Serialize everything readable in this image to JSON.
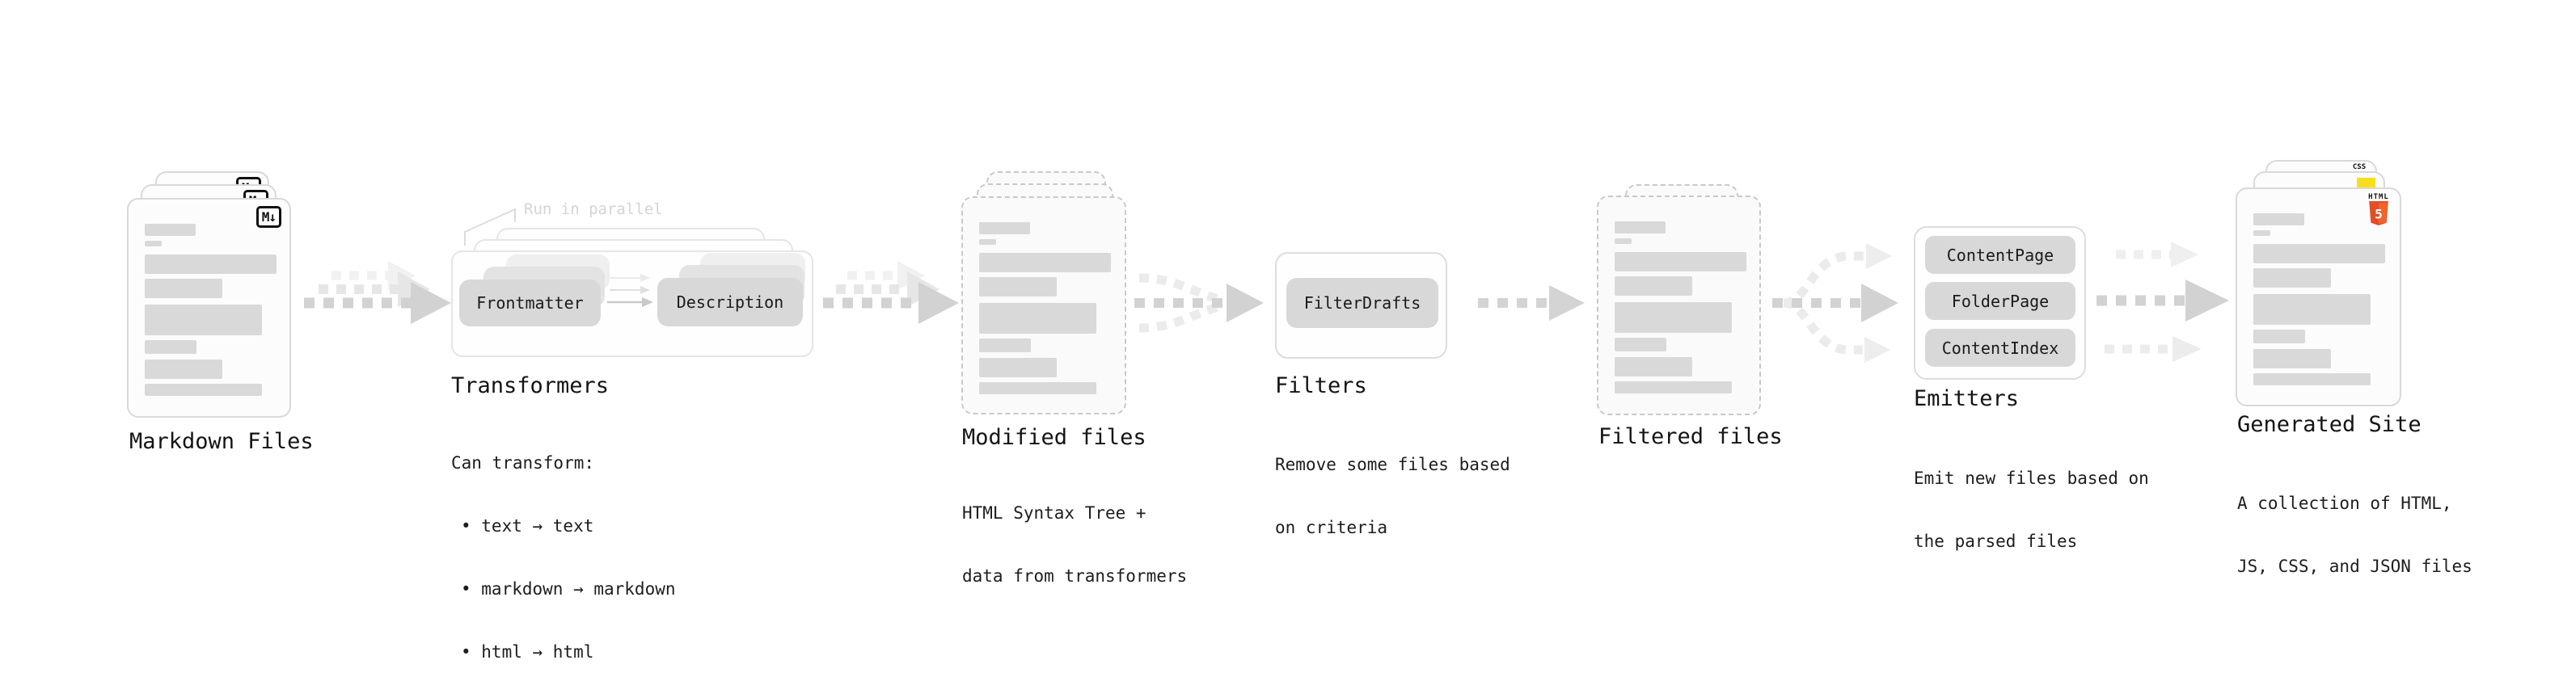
{
  "colors": {
    "arrow": "#d2d2d2",
    "arrow_echo": "#e6e6e6",
    "arrow_echo_light": "#f1f1f1",
    "pill_bg": "#d8d8d8",
    "placeholder_bar": "#d9d9d9",
    "html5_orange": "#e44d26",
    "html5_orange_light": "#f16529",
    "js_yellow": "#f7df1e",
    "css_blue": "#2962ff"
  },
  "stages": {
    "markdown_files": {
      "label": "Markdown Files",
      "badge": "M↓"
    },
    "transformers": {
      "label": "Transformers",
      "callout": "Run in parallel",
      "pill_from": "Frontmatter",
      "pill_to": "Description",
      "desc_intro": "Can transform:",
      "bullets": [
        "• text → text",
        "• markdown → markdown",
        "• html → html"
      ]
    },
    "modified_files": {
      "label": "Modified files",
      "desc": [
        "HTML Syntax Tree +",
        "data from transformers"
      ]
    },
    "filters": {
      "label": "Filters",
      "pill": "FilterDrafts",
      "desc": [
        "Remove some files based",
        "on criteria"
      ]
    },
    "filtered_files": {
      "label": "Filtered files"
    },
    "emitters": {
      "label": "Emitters",
      "pills": [
        "ContentPage",
        "FolderPage",
        "ContentIndex"
      ],
      "desc": [
        "Emit new files based on",
        "the parsed files"
      ]
    },
    "generated_site": {
      "label": "Generated Site",
      "css_badge": "CSS",
      "html_badge": "HTML",
      "html_number": "5",
      "desc": [
        "A collection of HTML,",
        "JS, CSS, and JSON files"
      ]
    }
  }
}
